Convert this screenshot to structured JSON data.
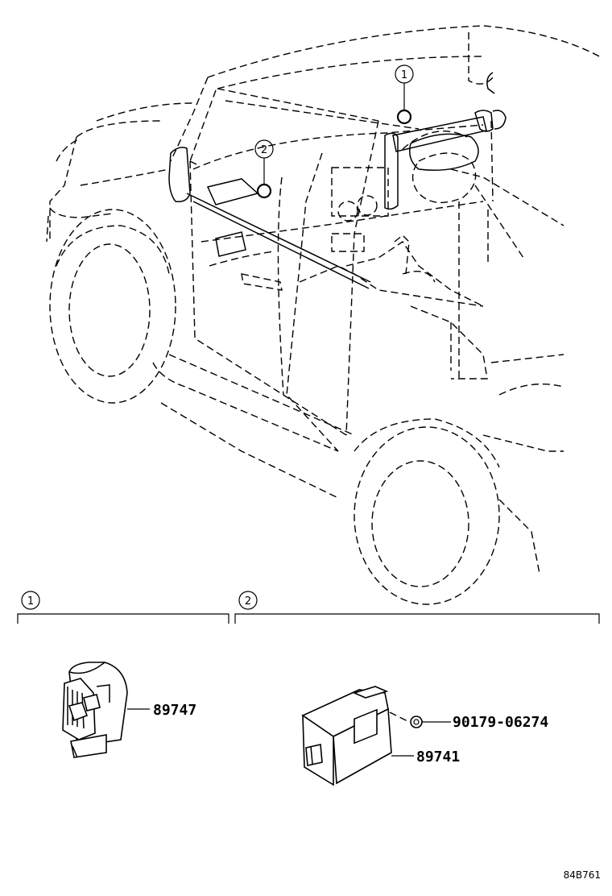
{
  "diagram": {
    "callouts": [
      {
        "id": "1",
        "label": "1"
      },
      {
        "id": "2",
        "label": "2"
      }
    ],
    "sections": [
      {
        "id": "1",
        "label": "1",
        "parts": [
          {
            "part_number": "89747"
          }
        ]
      },
      {
        "id": "2",
        "label": "2",
        "parts": [
          {
            "part_number": "90179-06274"
          },
          {
            "part_number": "89741"
          }
        ]
      }
    ],
    "figure_code": "84B761"
  }
}
